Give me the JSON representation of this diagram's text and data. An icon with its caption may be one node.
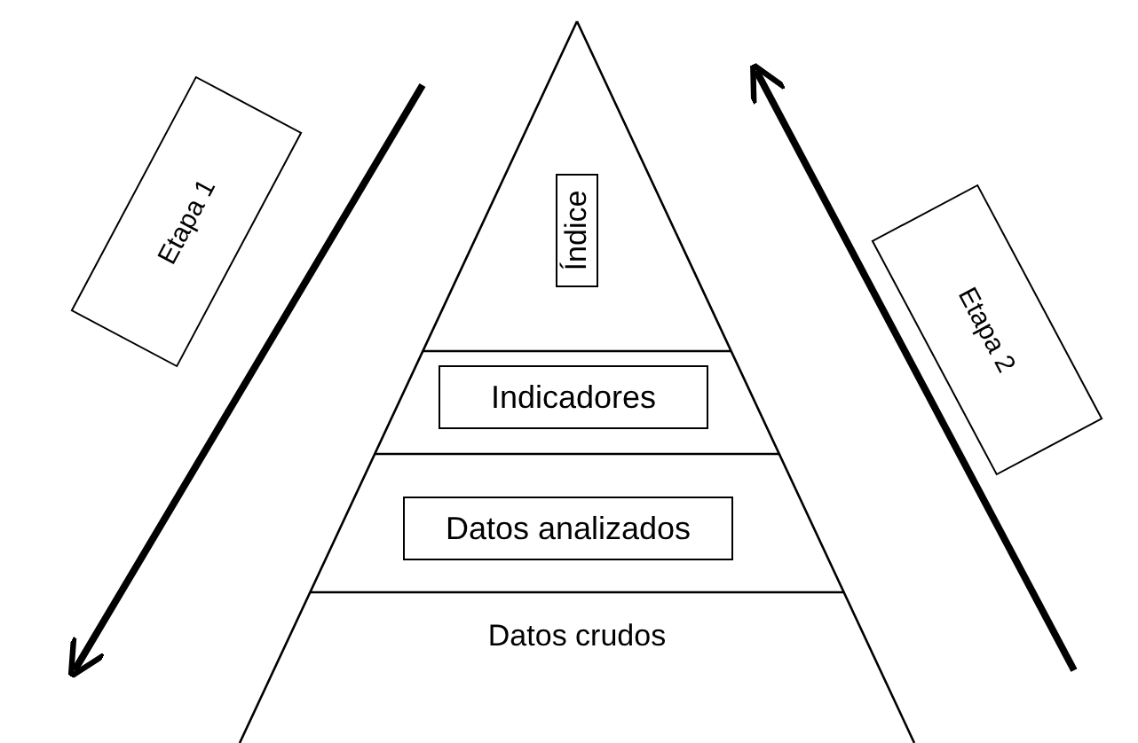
{
  "diagram": {
    "nodes": [
      {
        "text": [
          "Etapa 1"
        ]
      },
      {
        "text": [
          "Índice"
        ]
      },
      {
        "text": [
          "Indicadores"
        ]
      },
      {
        "text": [
          "Datos analizados"
        ]
      },
      {
        "text": [
          "Datos crudos"
        ]
      },
      {
        "text": [
          "Etapa 2"
        ]
      }
    ]
  }
}
